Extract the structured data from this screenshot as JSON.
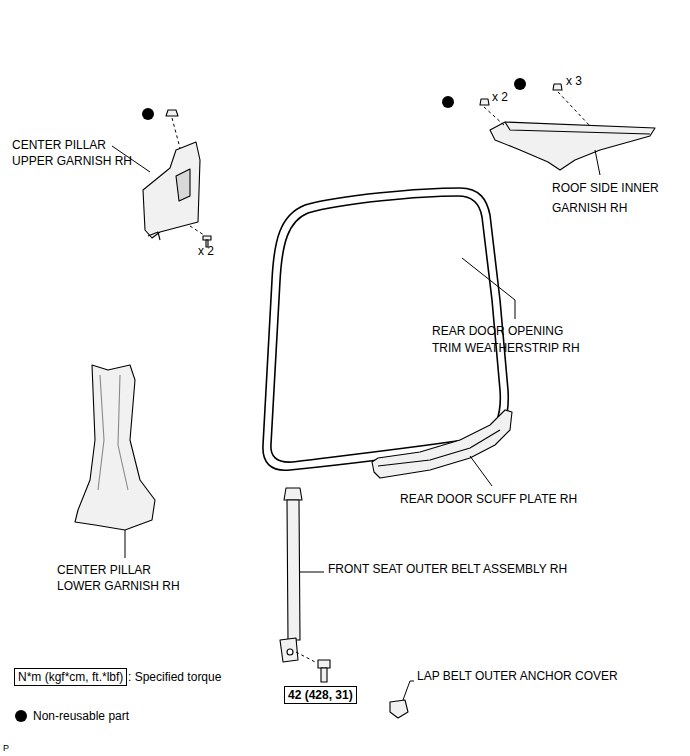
{
  "diagram": {
    "nodes": [
      {
        "text": [
          "N*m (kgf*cm, ft.*lbf)"
        ]
      },
      {
        "text": [
          "42 (428, 31)"
        ]
      }
    ],
    "labels": [
      "CENTER PILLAR UPPER GARNISH RH",
      "x 2",
      "x 2",
      "x 3",
      "ROOF SIDE INNER GARNISH RH",
      "REAR DOOR OPENING TRIM WEATHERSTRIP RH",
      "REAR DOOR SCUFF PLATE RH",
      "CENTER PILLAR LOWER GARNISH RH",
      "FRONT SEAT OUTER BELT ASSEMBLY RH",
      "LAP BELT OUTER ANCHOR COVER",
      "P"
    ],
    "legend": [
      {
        "text": ": Specified torque"
      },
      {
        "text": "Non-reusable part"
      }
    ]
  }
}
